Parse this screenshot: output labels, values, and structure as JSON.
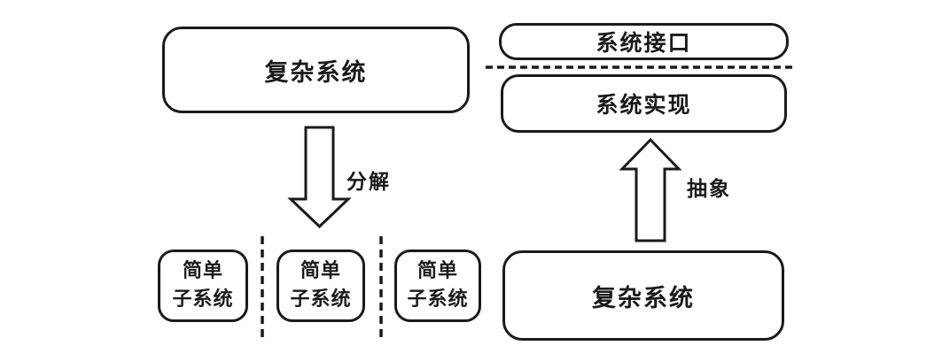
{
  "diagram": {
    "left_flow": {
      "source_box": {
        "label": "复杂系统"
      },
      "arrow": {
        "label": "分解",
        "direction": "down"
      },
      "sub_boxes": [
        {
          "label": "简单\n子系统"
        },
        {
          "label": "简单\n子系统"
        },
        {
          "label": "简单\n子系统"
        }
      ]
    },
    "right_flow": {
      "interface_box": {
        "label": "系统接口"
      },
      "implementation_box": {
        "label": "系统实现"
      },
      "arrow": {
        "label": "抽象",
        "direction": "up"
      },
      "source_box": {
        "label": "复杂系统"
      }
    },
    "colors": {
      "stroke": "#1a1a1a",
      "background": "#ffffff"
    }
  }
}
